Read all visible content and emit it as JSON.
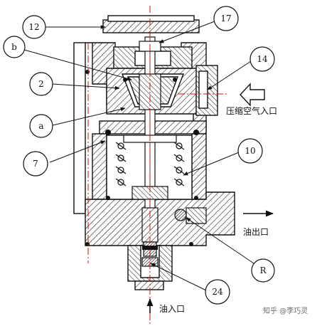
{
  "callouts": {
    "c12": "12",
    "c17": "17",
    "cb": "b",
    "c14": "14",
    "c2": "2",
    "ca": "a",
    "c7": "7",
    "c10": "10",
    "cR": "R",
    "c24": "24"
  },
  "ports": {
    "air_in": "压缩空气入口",
    "oil_out": "油出口",
    "oil_in": "油入口"
  },
  "watermark": "知乎 @李巧灵",
  "colors": {
    "line": "#111111",
    "centerline": "#cc1111",
    "hatch": "#222222"
  }
}
